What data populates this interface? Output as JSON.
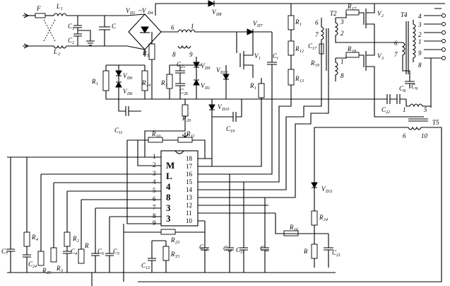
{
  "ic": {
    "letters": [
      "M",
      "L",
      "4",
      "8",
      "3",
      "3"
    ],
    "pins_left": [
      "1",
      "2",
      "3",
      "4",
      "5",
      "6",
      "7",
      "8",
      "9"
    ],
    "pins_right": [
      "18",
      "17",
      "16",
      "15",
      "14",
      "13",
      "12",
      "11",
      "10"
    ]
  },
  "labels": {
    "F": "F",
    "L1": "L",
    "L1s": "1",
    "L2": "L",
    "L2s": "2",
    "C1": "C",
    "C1s": "1",
    "C2": "C",
    "C2s": "2",
    "C": "C",
    "VD1_4": "V",
    "VD1_4s": "D1",
    "VD1_4b": "~V",
    "VD1_4bs": "D4",
    "VD8": "V",
    "VD8s": "D8",
    "VD7": "V",
    "VD7s": "D7",
    "R1": "R",
    "R1s": "1",
    "R12": "R",
    "R12s": "12",
    "R13": "R",
    "R13s": "13",
    "R5": "R",
    "R5s": "5",
    "R3": "R",
    "R3s": "3",
    "R14": "R",
    "R14s": "14",
    "R20": "R",
    "R20s": "20",
    "R19": "R",
    "R19s": "19",
    "R17": "R",
    "R17s": "17",
    "R18": "R",
    "R18s": "18",
    "R24": "R",
    "R24s": "24",
    "R16": "R",
    "R16s": "16",
    "Rmid": "R",
    "Rmid_s": "",
    "R10": "R",
    "R10s": "10",
    "R11": "R",
    "R11s": "11",
    "R23": "R",
    "R23s": "23",
    "R15": "R",
    "R15s": "15",
    "R4": "R",
    "R4s": "4",
    "R2": "R",
    "R2s": "2",
    "R25": "R",
    "R25s": "25",
    "R3b": "R",
    "R3bs": "3",
    "R6b": "R",
    "R6bs": "",
    "VD6a": "V",
    "VD6as": "D6",
    "VD6b": "V",
    "VD6bs": "D6",
    "VD9": "V",
    "VD9s": "D9",
    "VD12": "V",
    "VD12s": "D12",
    "VD1b": "V",
    "VD1bs": "D1",
    "VD10": "V",
    "VD10s": "D10",
    "VD11": "V",
    "VD11s": "D11",
    "V1": "V",
    "V1s": "1",
    "V2": "V",
    "V2s": "2",
    "V3": "V",
    "V3s": "3",
    "C25": "C",
    "C25s": "25",
    "C26": "C",
    "C26s": "26",
    "C11": "C",
    "C11s": "11",
    "C19": "C",
    "C19s": "19",
    "Ci": "C",
    "Ci_s": "i",
    "C17": "C",
    "C17s": "17",
    "C8": "C",
    "C8s": "8",
    "C9": "C",
    "C9s": "9",
    "C22": "C",
    "C22s": "22",
    "C7": "C",
    "C7s": "7",
    "C24": "C",
    "C24s": "24",
    "C4": "C",
    "C4s": "4",
    "C6": "C",
    "C6s": "6",
    "C5": "C",
    "C5s": "5",
    "C13": "C",
    "C13s": "13",
    "C12": "C",
    "C12s": "12",
    "C14": "C",
    "C14s": "14",
    "C15": "C",
    "C15s": "15",
    "C16": "C",
    "C16s": "16",
    "C21": "C",
    "C21s": "21",
    "T2": "T2",
    "T4": "T4",
    "T5": "T5",
    "n6": "6",
    "n1": "1",
    "n8": "8",
    "n9": "9",
    "t2_6": "6",
    "t2_7": "7",
    "t2_3": "3",
    "t2_2": "2",
    "t2_1": "1",
    "t2_8": "8",
    "t4_4": "4",
    "t4_3": "3",
    "t4_2": "2",
    "t4_1": "1",
    "t4_9": "9",
    "t4_8": "8",
    "t4_6": "6",
    "t4_7": "7",
    "t5_1": "1",
    "t5_5": "5",
    "t5_6": "6",
    "t5_10": "10"
  }
}
